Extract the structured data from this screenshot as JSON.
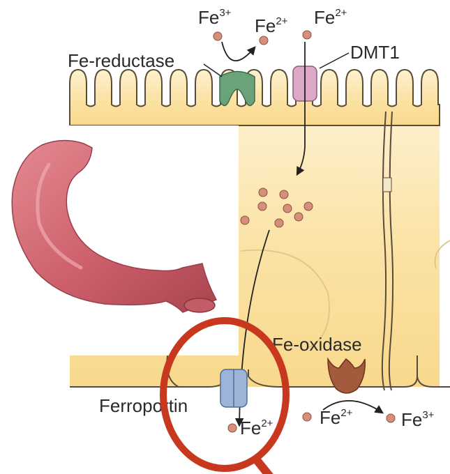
{
  "labels": {
    "fe_reductase": "Fe-reductase",
    "dmt1": "DMT1",
    "fe_oxidase": "Fe-oxidase",
    "ferroportin": "Ferroportin"
  },
  "ions": {
    "top_fe3": {
      "base": "Fe",
      "charge": "3+"
    },
    "top_fe2_reduced": {
      "base": "Fe",
      "charge": "2+"
    },
    "top_fe2_dmt1": {
      "base": "Fe",
      "charge": "2+"
    },
    "bottom_fe2_exported": {
      "base": "Fe",
      "charge": "2+"
    },
    "bottom_fe2_oxidase": {
      "base": "Fe",
      "charge": "2+"
    },
    "bottom_fe3_oxidase": {
      "base": "Fe",
      "charge": "3+"
    }
  },
  "colors": {
    "cell_fill": "#fbe3a6",
    "membrane_stroke": "#5a4a3a",
    "iron_dot": "#d58f7a",
    "reductase": "#6aa37a",
    "dmt1": "#dca8c8",
    "ferroportin": "#9db4d8",
    "oxidase": "#a45a3c",
    "highlight_circle": "#c7381e",
    "intestine": "#d4707a"
  }
}
